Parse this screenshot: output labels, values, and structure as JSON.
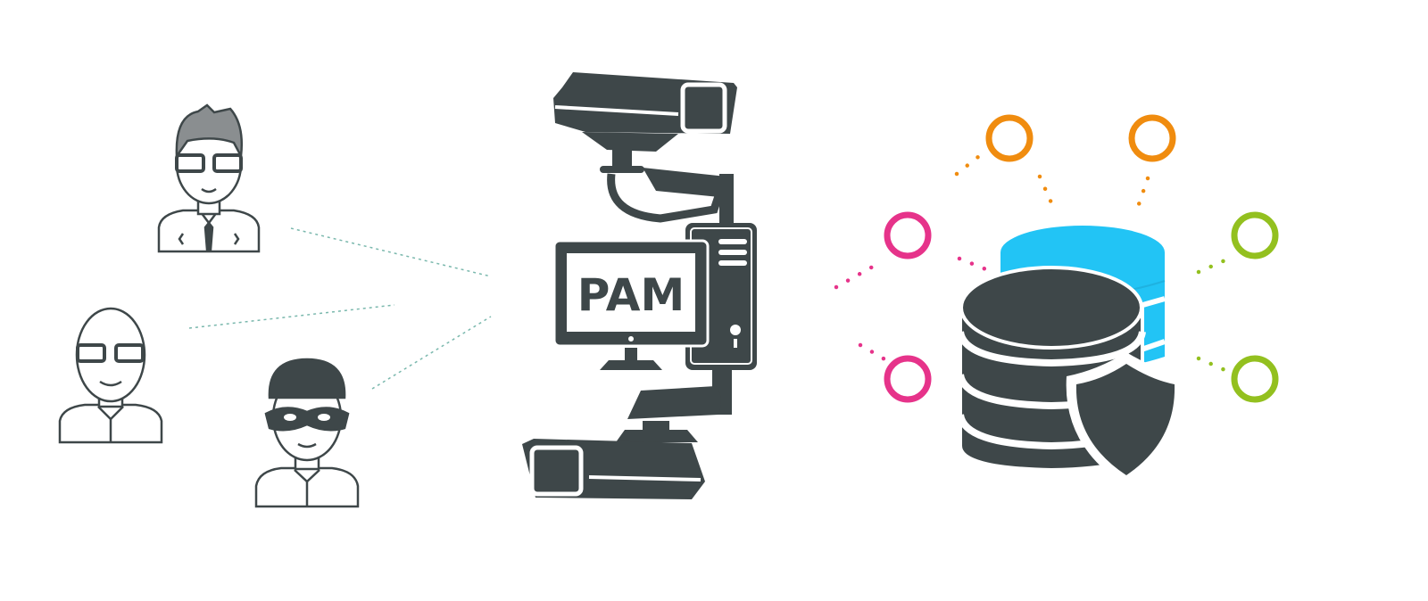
{
  "diagram": {
    "pam_label": "PAM",
    "users": [
      {
        "role": "user-with-glasses-and-tie"
      },
      {
        "role": "bald-user-with-glasses"
      },
      {
        "role": "masked-attacker"
      }
    ],
    "colors": {
      "icon_dark": "#3e4749",
      "connector": "#7ab8ad",
      "database_secondary": "#22c4f5",
      "node_orange": "#f08c0f",
      "node_pink": "#e6338a",
      "node_green": "#93c01f",
      "hair_gray": "#8a8e90"
    }
  }
}
